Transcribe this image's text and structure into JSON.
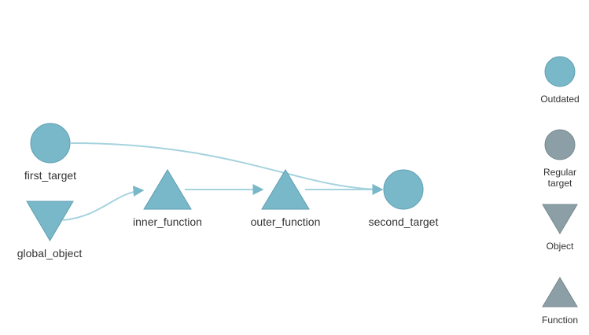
{
  "colors": {
    "outdated": "#79b8c9",
    "outdated_stroke": "#5e9fb1",
    "regular": "#8d9fa6",
    "regular_stroke": "#76898f",
    "edge": "#a6d3de"
  },
  "nodes": {
    "first_target": {
      "label": "first_target",
      "shape": "circle",
      "status": "outdated"
    },
    "global_object": {
      "label": "global_object",
      "shape": "triangle-down",
      "status": "outdated"
    },
    "inner_function": {
      "label": "inner_function",
      "shape": "triangle-up",
      "status": "outdated"
    },
    "outer_function": {
      "label": "outer_function",
      "shape": "triangle-up",
      "status": "outdated"
    },
    "second_target": {
      "label": "second_target",
      "shape": "circle",
      "status": "outdated"
    }
  },
  "edges": [
    {
      "from": "first_target",
      "to": "second_target"
    },
    {
      "from": "global_object",
      "to": "inner_function"
    },
    {
      "from": "inner_function",
      "to": "outer_function"
    },
    {
      "from": "outer_function",
      "to": "second_target"
    }
  ],
  "legend": {
    "outdated": {
      "label": "Outdated",
      "shape": "circle",
      "icon": "circle-icon"
    },
    "regular_target": {
      "label_line1": "Regular",
      "label_line2": "target",
      "shape": "circle",
      "icon": "circle-icon"
    },
    "object": {
      "label": "Object",
      "shape": "triangle-down",
      "icon": "triangle-down-icon"
    },
    "function": {
      "label": "Function",
      "shape": "triangle-up",
      "icon": "triangle-up-icon"
    }
  }
}
